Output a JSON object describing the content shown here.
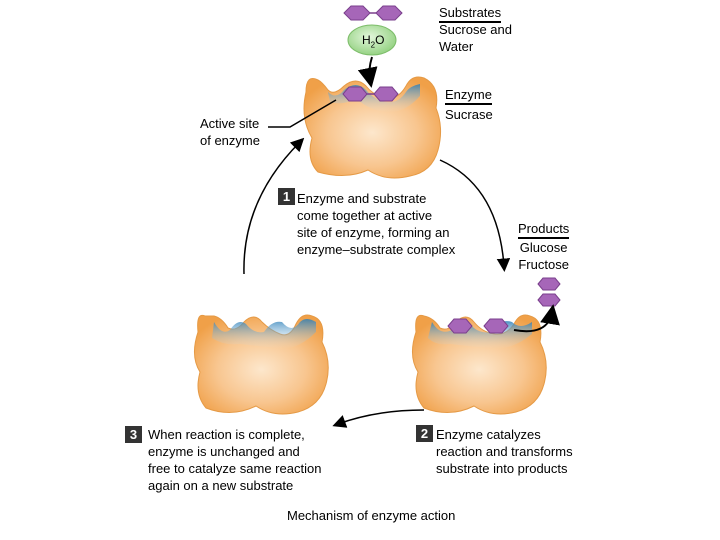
{
  "labels": {
    "h2o": "H",
    "h2o_sub": "2",
    "h2o_end": "O",
    "substrates_header": "Substrates",
    "substrates_line1": "Sucrose and",
    "substrates_line2": "Water",
    "enzyme_header": "Enzyme",
    "enzyme_name": "Sucrase",
    "active_site_line1": "Active site",
    "active_site_line2": "of enzyme",
    "products_header": "Products",
    "product1": "Glucose",
    "product2": "Fructose",
    "caption": "Mechanism of enzyme action"
  },
  "steps": [
    {
      "number": "1",
      "lines": [
        "Enzyme and substrate",
        "come together at active",
        "site of enzyme, forming an",
        "enzyme–substrate complex"
      ]
    },
    {
      "number": "2",
      "lines": [
        "Enzyme catalyzes",
        "reaction and transforms",
        "substrate into products"
      ]
    },
    {
      "number": "3",
      "lines": [
        "When reaction is complete,",
        "enzyme is unchanged and",
        "free to catalyze same reaction",
        "again on a new substrate"
      ]
    }
  ],
  "colors": {
    "enzyme_fill": "#f5b26b",
    "enzyme_light": "#fde7cc",
    "active_site": "#3d8fc4",
    "substrate": "#a666b8",
    "substrate_stroke": "#7a3f8c",
    "water": "#b6e3a8",
    "number_badge": "#333333"
  }
}
